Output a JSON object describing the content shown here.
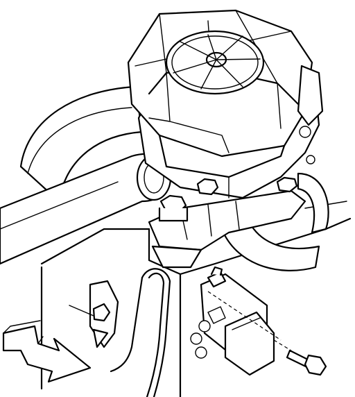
{
  "figure": {
    "colors": {
      "line": "#000000",
      "background": "#ffffff",
      "arrow_fill": "#ffffff"
    },
    "components": [
      "air-pump",
      "pump-filter-fan",
      "hose-left",
      "hose-front",
      "hose-right",
      "mounting-bracket",
      "mounting-bolt",
      "wiring-harness",
      "solenoid-valve",
      "solenoid-retaining-bolt",
      "front-direction-arrow"
    ]
  }
}
